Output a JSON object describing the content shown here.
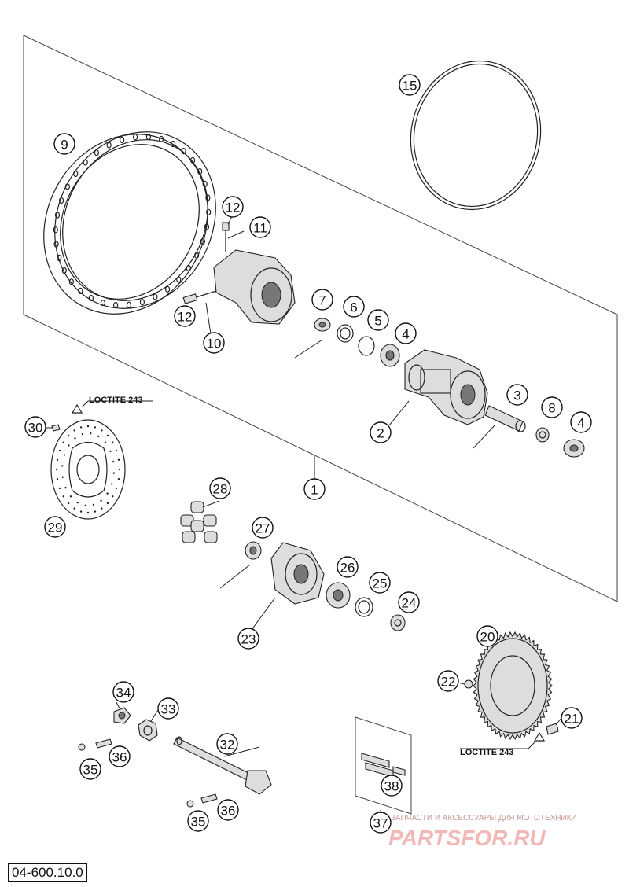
{
  "diagram": {
    "callouts": [
      {
        "id": "c15",
        "label": "15"
      },
      {
        "id": "c9",
        "label": "9"
      },
      {
        "id": "c12a",
        "label": "12"
      },
      {
        "id": "c11",
        "label": "11"
      },
      {
        "id": "c12b",
        "label": "12"
      },
      {
        "id": "c10",
        "label": "10"
      },
      {
        "id": "c7",
        "label": "7"
      },
      {
        "id": "c6",
        "label": "6"
      },
      {
        "id": "c5",
        "label": "5"
      },
      {
        "id": "c4a",
        "label": "4"
      },
      {
        "id": "c3",
        "label": "3"
      },
      {
        "id": "c8",
        "label": "8"
      },
      {
        "id": "c4b",
        "label": "4"
      },
      {
        "id": "c2",
        "label": "2"
      },
      {
        "id": "c1",
        "label": "1"
      },
      {
        "id": "c30",
        "label": "30"
      },
      {
        "id": "c29",
        "label": "29"
      },
      {
        "id": "c28",
        "label": "28"
      },
      {
        "id": "c27",
        "label": "27"
      },
      {
        "id": "c26",
        "label": "26"
      },
      {
        "id": "c25",
        "label": "25"
      },
      {
        "id": "c24",
        "label": "24"
      },
      {
        "id": "c23",
        "label": "23"
      },
      {
        "id": "c20",
        "label": "20"
      },
      {
        "id": "c22",
        "label": "22"
      },
      {
        "id": "c21",
        "label": "21"
      },
      {
        "id": "c34",
        "label": "34"
      },
      {
        "id": "c33",
        "label": "33"
      },
      {
        "id": "c32",
        "label": "32"
      },
      {
        "id": "c35a",
        "label": "35"
      },
      {
        "id": "c36a",
        "label": "36"
      },
      {
        "id": "c35b",
        "label": "35"
      },
      {
        "id": "c36b",
        "label": "36"
      },
      {
        "id": "c38",
        "label": "38"
      },
      {
        "id": "c37",
        "label": "37"
      }
    ],
    "notes": {
      "loctite_left": "LOCTITE 243",
      "loctite_right": "LOCTITE 243"
    },
    "doc_number": "04-600.10.0",
    "watermark": {
      "tagline": "ЗАПЧАСТИ И АКСЕССУАРЫ ДЛЯ МОТОТЕХНИКИ",
      "logo": "PARTSFOR.RU"
    }
  }
}
